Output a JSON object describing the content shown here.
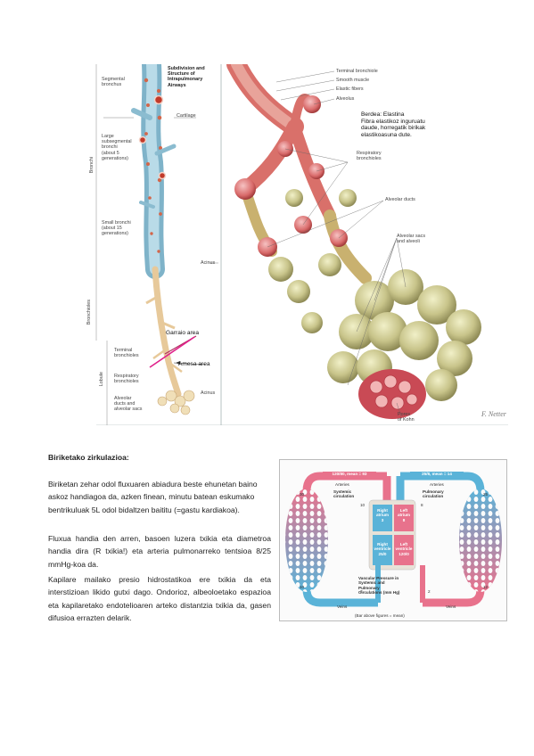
{
  "figure1": {
    "title_lines": [
      "Subdivision and",
      "Structure of",
      "Intrapulmonary",
      "Airways"
    ],
    "left_labels": {
      "segmental": [
        "Segmental",
        "bronchus"
      ],
      "cartilage": "Cartilage",
      "large": [
        "Large",
        "subsegmental",
        "bronchi",
        "(about 5",
        "generations)"
      ],
      "small": [
        "Small bronchi",
        "(about 15",
        "generations)"
      ],
      "terminal": [
        "Terminal",
        "bronchioles"
      ],
      "respiratory": [
        "Respiratory",
        "bronchioles"
      ],
      "alveolar": [
        "Alveolar",
        "ducts and",
        "alveolar sacs"
      ],
      "bronchi": "Bronchi",
      "bronchioles": "Bronchioles",
      "lobule": "Lobule",
      "acinus": "Acinus",
      "acinus2": "Acinus"
    },
    "right_labels": {
      "terminal_bronchiole": "Terminal bronchiole",
      "smooth_muscle": "Smooth muscle",
      "elastic_fibers": "Elastic fibers",
      "alveolus": "Alveolus",
      "respiratory_bronchioles": [
        "Respiratory",
        "bronchioles"
      ],
      "alveolar_ducts": "Alveolar ducts",
      "alveolar_sacs": [
        "Alveolar sacs",
        "and alveoli"
      ],
      "pores": [
        "Pores",
        "of Kohn"
      ]
    },
    "note_lines": [
      "Berdea: Elastina",
      "Fibra elastikoz inguruatu",
      "daude, horregatik birikak",
      "elastikoasuna dute."
    ],
    "garraio": "Garraio area",
    "amesa": "Amesa area"
  },
  "section": {
    "heading": "Biriketako zirkulazioa:",
    "paragraph1": "Biriketan zehar odol fluxuaren abiadura beste ehunetan baino askoz handiagoa da, azken finean, minutu batean eskumako bentrikuluak 5L odol bidaltzen baititu (=gastu kardiakoa).",
    "paragraph2": "Fluxua handia den arren, basoen luzera txikia eta diametroa handia dira (R txikia!) eta arteria pulmonarreko tentsioa 8/25 mmHg-koa da.",
    "paragraph3": "Kapilare mailako presio hidrostatikoa ere txikia da eta interstizioan likido gutxi dago. Ondorioz, albeoloetako espazioa eta kapilaretako endotelioaren arteko distantzia txikia da, gasen difusioa errazten delarik."
  },
  "figure2": {
    "systemic_pressure": "120/80, mean = 93",
    "pulmonary_pressure": "25/8, mean = 14",
    "arteries_left": "Arteries",
    "arteries_right": "Arteries",
    "systemic_circulation": [
      "Systemic",
      "circulation"
    ],
    "pulmonary_circulation": [
      "Pulmonary",
      "circulation"
    ],
    "right_atrium": [
      "Right",
      "atrium",
      "3"
    ],
    "left_atrium": [
      "Left",
      "atrium",
      "8"
    ],
    "right_ventricle": [
      "Right",
      "ventricle",
      "25/0"
    ],
    "left_ventricle": [
      "Left",
      "ventricle",
      "120/0"
    ],
    "vascular_title": [
      "Vascular Pressure in",
      "Systemic and",
      "Pulmonary",
      "Circulations (mm Hg)"
    ],
    "veins_left": "Veins",
    "veins_right": "Veins",
    "footnote": "(Bar above figures = mean)",
    "small_numbers": [
      "30",
      "10",
      "25",
      "12",
      "10",
      "2",
      "8",
      "2"
    ],
    "colors": {
      "arterial": "#e8728c",
      "venous": "#5ab3d8",
      "background": "#fbfbfb"
    }
  }
}
